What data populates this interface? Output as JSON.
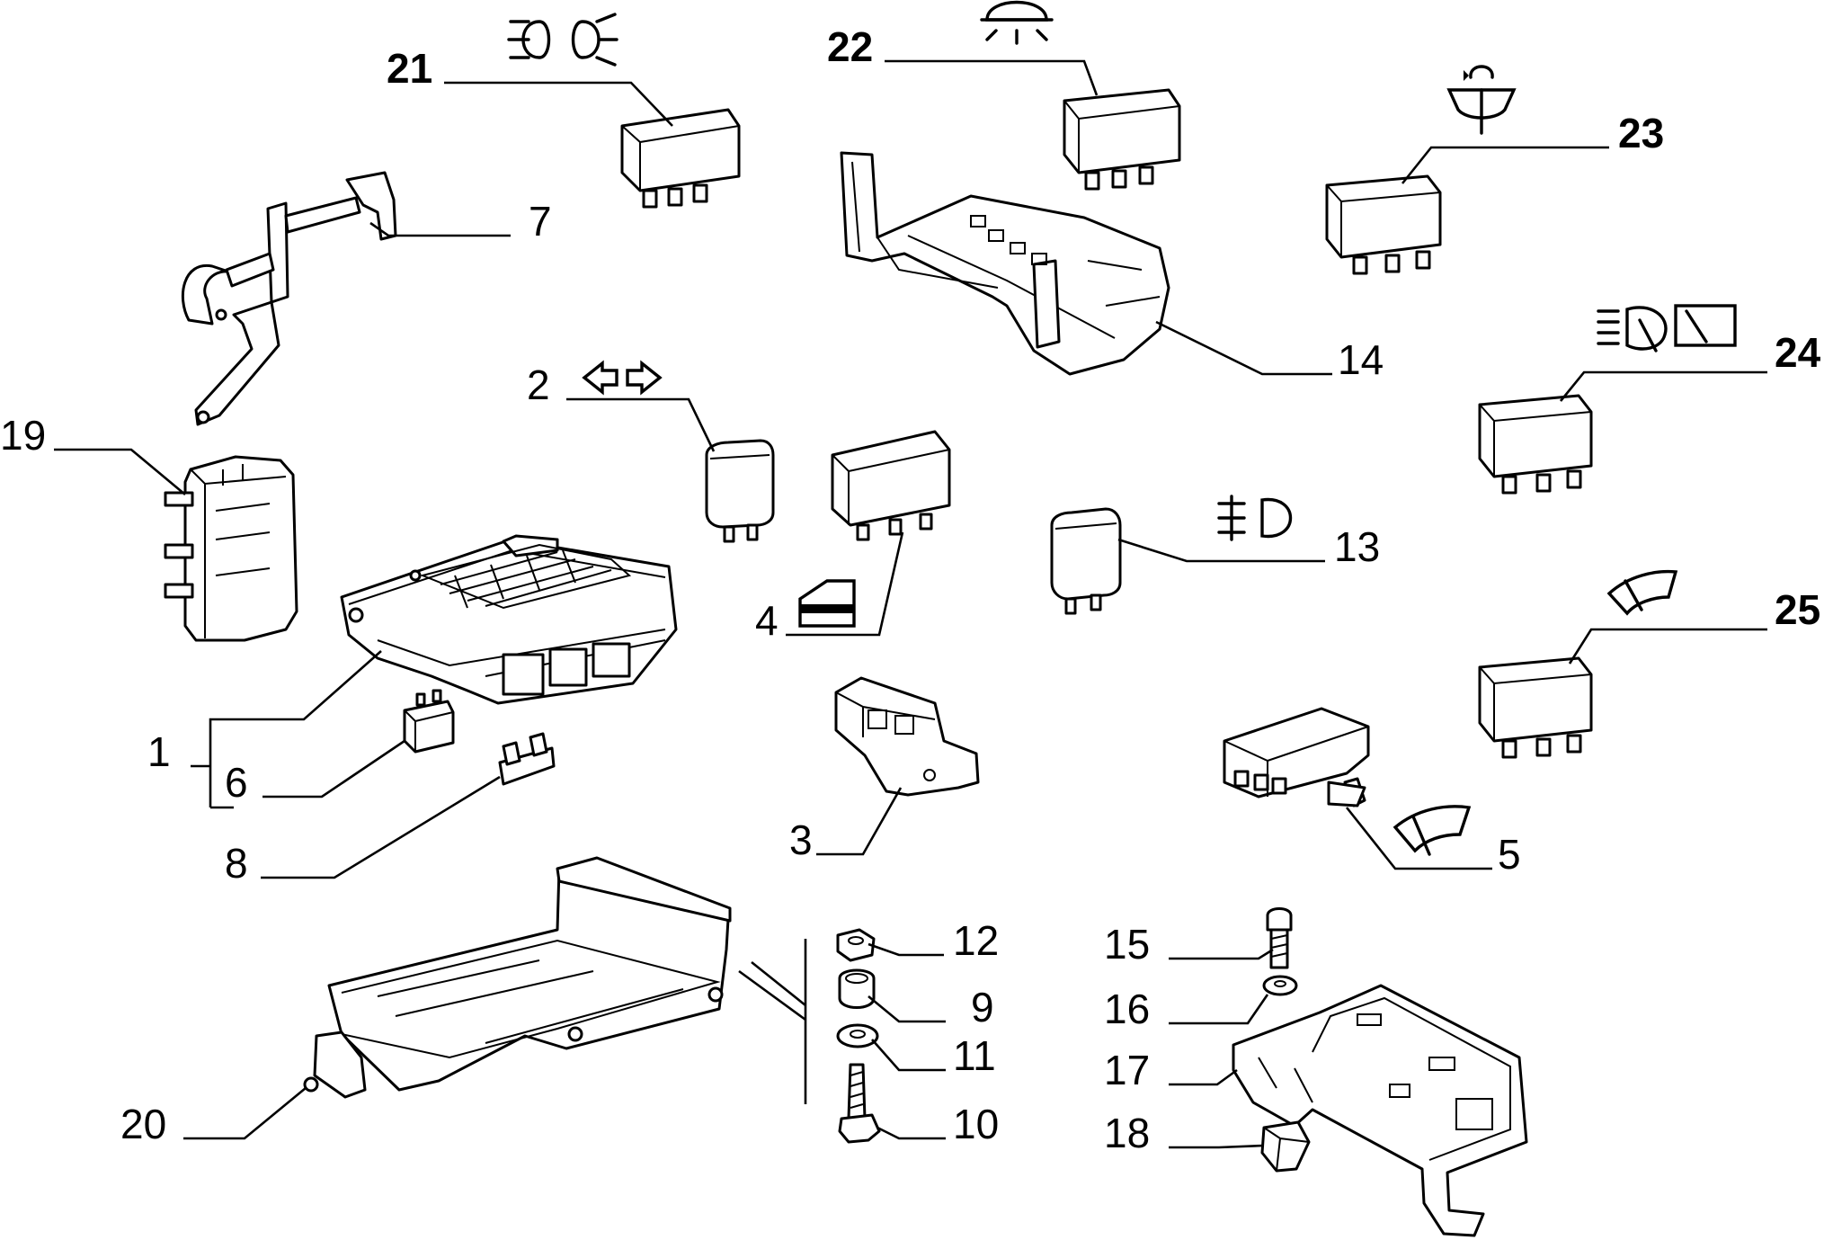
{
  "callouts": {
    "c1": "1",
    "c2": "2",
    "c3": "3",
    "c4": "4",
    "c5": "5",
    "c6": "6",
    "c7": "7",
    "c8": "8",
    "c9": "9",
    "c10": "10",
    "c11": "11",
    "c12": "12",
    "c13": "13",
    "c14": "14",
    "c15": "15",
    "c16": "16",
    "c17": "17",
    "c18": "18",
    "c19": "19",
    "c20": "20",
    "c21": "21",
    "c22": "22",
    "c23": "23",
    "c24": "24",
    "c25": "25"
  },
  "symbols": {
    "headlight": "headlight-icon",
    "interior_light": "interior-light-icon",
    "rear_washer": "rear-washer-icon",
    "wash_wipe": "headlamp-washer-wiper-icon",
    "wiper": "wiper-icon",
    "turn_signal": "turn-signal-arrows-icon",
    "door_lock": "door-lock-icon",
    "fog_light": "fog-light-icon"
  },
  "colors": {
    "ink": "#000000",
    "paper": "#ffffff"
  }
}
